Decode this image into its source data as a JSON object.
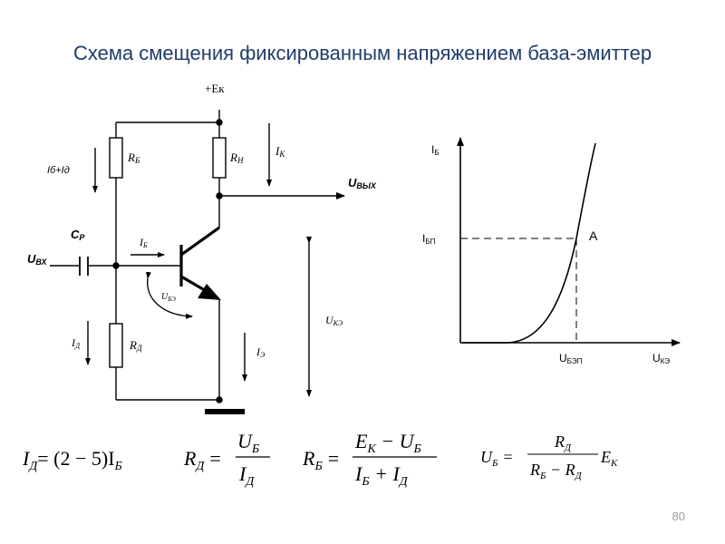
{
  "title": "Схема смещения фиксированным напряжением база-эмиттер",
  "circuit": {
    "supply": "+Eк",
    "rb": "R",
    "rb_sub": "Б",
    "rn": "R",
    "rn_sub": "Н",
    "rd": "R",
    "rd_sub": "Д",
    "ik": "I",
    "ik_sub": "К",
    "ib_plus_id": "Iб+Iд",
    "cp": "C",
    "cp_sub": "P",
    "uvx": "U",
    "uvx_sub": "ВХ",
    "uvyx": "U",
    "uvyx_sub": "ВЫХ",
    "ib": "I",
    "ib_sub": "Б",
    "ube": "U",
    "ube_sub": "БЭ",
    "id": "I",
    "id_sub": "Д",
    "ie": "I",
    "ie_sub": "Э",
    "uke": "U",
    "uke_sub": "КЭ"
  },
  "graph": {
    "y_axis": "I",
    "y_axis_sub": "Б",
    "x_axis": "U",
    "x_axis_sub": "КЭ",
    "ibp": "I",
    "ibp_sub": "БП",
    "ubep": "U",
    "ubep_sub": "БЭП",
    "point": "A"
  },
  "formulas": {
    "f1_lhs": "I",
    "f1_lhs_sub": "Д",
    "f1_rhs": "= (2 − 5)I",
    "f1_rhs_sub": "Б",
    "f2_lhs": "R",
    "f2_lhs_sub": "Д",
    "f2_eq": "=",
    "f2_num": "U",
    "f2_num_sub": "Б",
    "f2_den": "I",
    "f2_den_sub": "Д",
    "f3_lhs": "R",
    "f3_lhs_sub": "Б",
    "f3_eq": "=",
    "f3_num_a": "E",
    "f3_num_a_sub": "К",
    "f3_num_op": " − U",
    "f3_num_b_sub": "Б",
    "f3_den_a": "I",
    "f3_den_a_sub": "Б",
    "f3_den_op": " + I",
    "f3_den_b_sub": "Д",
    "f4_lhs": "U",
    "f4_lhs_sub": "Б",
    "f4_eq": "=",
    "f4_num": "R",
    "f4_num_sub": "Д",
    "f4_den_a": "R",
    "f4_den_a_sub": "Б",
    "f4_den_op": " − R",
    "f4_den_b_sub": "Д",
    "f4_tail": "E",
    "f4_tail_sub": "К"
  },
  "page_number": "80",
  "colors": {
    "title": "#1f3d6b",
    "line": "#000000",
    "page_number": "#9a9a9a"
  }
}
